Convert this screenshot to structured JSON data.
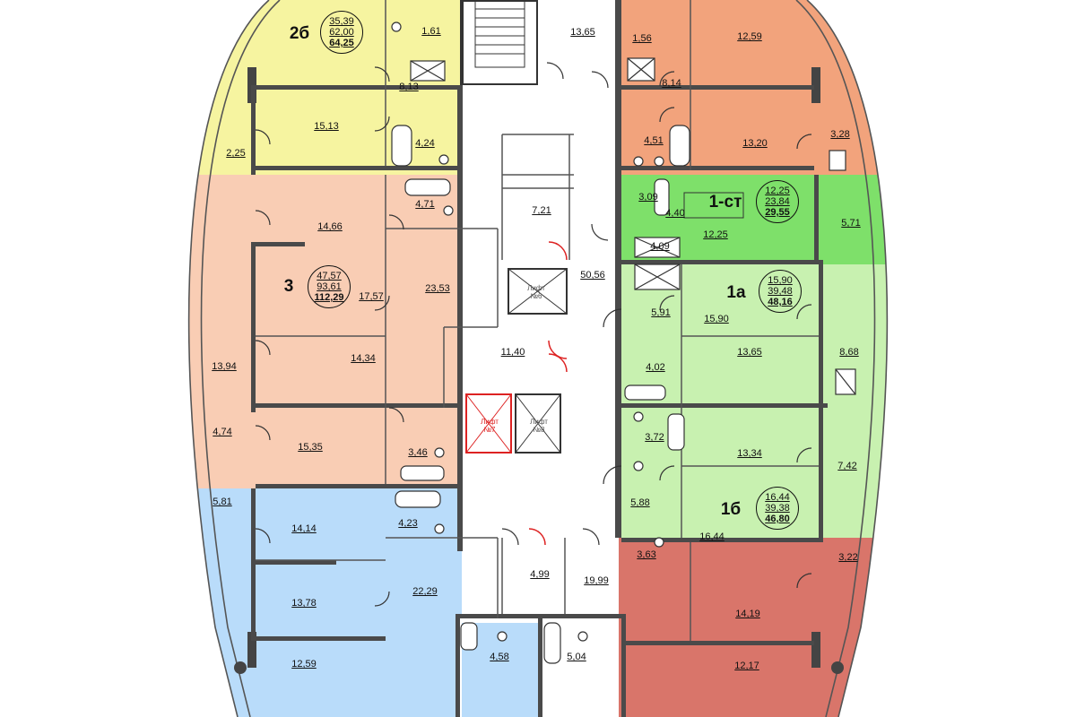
{
  "colors": {
    "yellow": "#f6f4a0",
    "salmon": "#f9cdb4",
    "orange": "#f2a37c",
    "bright_green": "#7ee06a",
    "light_green": "#c8f1b0",
    "blue": "#b9dcfa",
    "red": "#d9756a",
    "wall": "#4a4a4a",
    "frame": "#555555"
  },
  "apartments": [
    {
      "id": "2b",
      "label": "2б",
      "summary": [
        "35,39",
        "62,00",
        "64,25"
      ],
      "color": "yellow"
    },
    {
      "id": "1st",
      "label": "1-ст",
      "summary": [
        "12,25",
        "23,84",
        "29,55"
      ],
      "color": "bright_green"
    },
    {
      "id": "3",
      "label": "3",
      "summary": [
        "47,57",
        "93,61",
        "112,29"
      ],
      "color": "salmon"
    },
    {
      "id": "1a",
      "label": "1а",
      "summary": [
        "15,90",
        "39,48",
        "48,16"
      ],
      "color": "light_green"
    },
    {
      "id": "1b",
      "label": "1б",
      "summary": [
        "16,44",
        "39,38",
        "46,80"
      ],
      "color": "light_green"
    }
  ],
  "elevators": [
    {
      "label": "Лифт\n№6"
    },
    {
      "label": "Лифт\n№7"
    },
    {
      "label": "Лифт\n№8"
    }
  ],
  "rooms": [
    {
      "v": "1,61"
    },
    {
      "v": "13,65"
    },
    {
      "v": "8,13"
    },
    {
      "v": "15,13"
    },
    {
      "v": "4,24"
    },
    {
      "v": "2,25"
    },
    {
      "v": "14,66"
    },
    {
      "v": "4,71"
    },
    {
      "v": "7,21"
    },
    {
      "v": "23,53"
    },
    {
      "v": "17,57"
    },
    {
      "v": "50,56"
    },
    {
      "v": "11,40"
    },
    {
      "v": "13,94"
    },
    {
      "v": "14,34"
    },
    {
      "v": "4,74"
    },
    {
      "v": "15,35"
    },
    {
      "v": "3,46"
    },
    {
      "v": "5,81"
    },
    {
      "v": "14,14"
    },
    {
      "v": "4,23"
    },
    {
      "v": "13,78"
    },
    {
      "v": "22,29"
    },
    {
      "v": "12,59"
    },
    {
      "v": "4,58"
    },
    {
      "v": "4,99"
    },
    {
      "v": "5,04"
    },
    {
      "v": "19,99"
    },
    {
      "v": "1,56"
    },
    {
      "v": "12,59"
    },
    {
      "v": "8,14"
    },
    {
      "v": "4,51"
    },
    {
      "v": "13,20"
    },
    {
      "v": "3,28"
    },
    {
      "v": "3,09"
    },
    {
      "v": "4,40"
    },
    {
      "v": "5,71"
    },
    {
      "v": "4,09"
    },
    {
      "v": "12,25"
    },
    {
      "v": "5,91"
    },
    {
      "v": "15,90"
    },
    {
      "v": "4,02"
    },
    {
      "v": "13,65"
    },
    {
      "v": "8,68"
    },
    {
      "v": "3,72"
    },
    {
      "v": "13,34"
    },
    {
      "v": "7,42"
    },
    {
      "v": "5,88"
    },
    {
      "v": "16,44"
    },
    {
      "v": "3,63"
    },
    {
      "v": "3,22"
    },
    {
      "v": "14,19"
    },
    {
      "v": "12,17"
    }
  ]
}
